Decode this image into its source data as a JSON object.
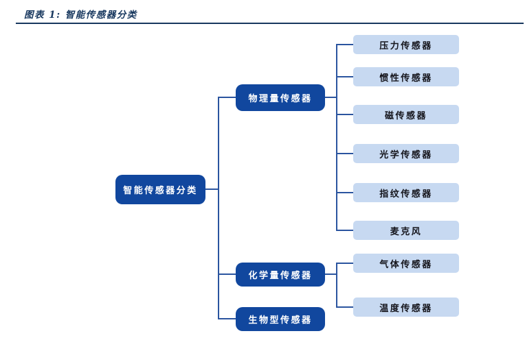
{
  "header": {
    "title": "图表 1:  智能传感器分类"
  },
  "colors": {
    "title_navy": "#17375E",
    "rule_navy": "#17375E",
    "node_dark_blue": "#11479E",
    "node_dark_text": "#FFFFFF",
    "leaf_light_blue": "#C7D9F1",
    "leaf_text": "#15151C",
    "connector_blue": "#2A549F",
    "background": "#FFFFFF"
  },
  "tree": {
    "root": {
      "label": "智能传感器分类"
    },
    "branches": [
      {
        "label": "物理量传感器",
        "children": [
          "压力传感器",
          "惯性传感器",
          "磁传感器",
          "光学传感器",
          "指纹传感器",
          "麦克风"
        ]
      },
      {
        "label": "化学量传感器",
        "children": [
          "气体传感器",
          "温度传感器"
        ]
      },
      {
        "label": "生物型传感器",
        "children": []
      }
    ]
  }
}
